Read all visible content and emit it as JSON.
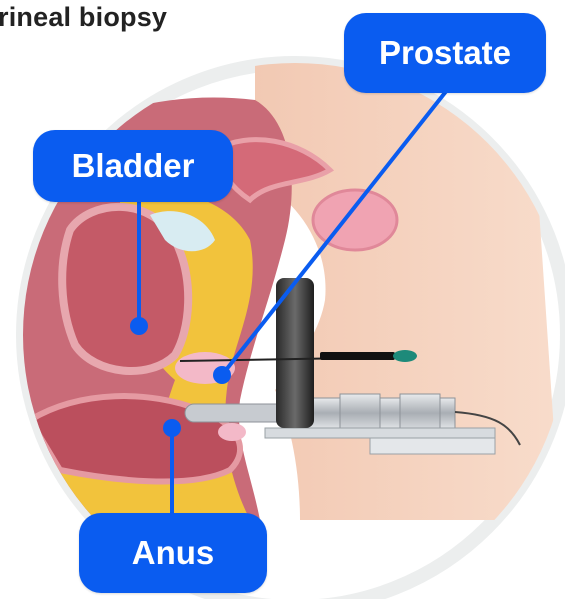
{
  "title": "rineal biopsy",
  "labels": {
    "prostate": "Prostate",
    "bladder": "Bladder",
    "anus": "Anus"
  },
  "colors": {
    "label_bg": "#0a5cf0",
    "label_text": "#ffffff",
    "leader_line": "#0a5cf0",
    "skin": "#f6d4bf",
    "tissue_pink": "#d98a92",
    "fat_yellow": "#f2c33c",
    "device_gray": "#bfc3c8"
  }
}
